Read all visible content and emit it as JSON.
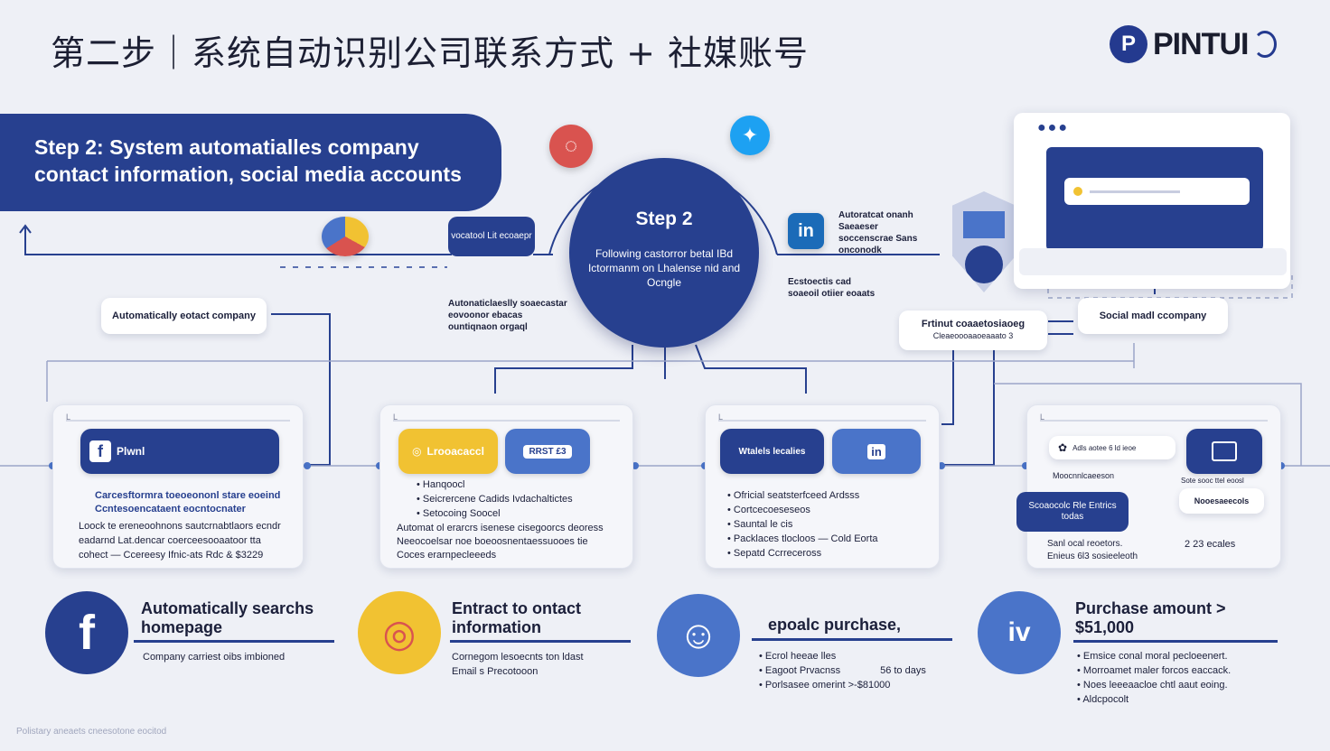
{
  "header": {
    "title": "第二步｜系统自动识别公司联系方式 + 社媒账号",
    "logo_mark": "P",
    "logo_text": "PINTUI"
  },
  "banner": {
    "line1": "Step 2: System automatialles company",
    "line2": "contact information, social media accounts"
  },
  "hub": {
    "title": "Step 2",
    "body": "Following castorror betal IBd Ictormanm on Lhalense nid and Ocngle"
  },
  "callouts": {
    "auto_company": "Automatically eotact company",
    "verified": "vocatool Lit ecoaepr",
    "auto_note": "Autonaticlaeslly soaecastar eovoonor ebacas ountiqnaon orgaql",
    "linkedin_note": "Autoratcat onanh Saeaeser soccenscrae Sans onconodk",
    "social_note": "Ecstoectis cad soaeoil otiier eoaats",
    "product": "Frtinut coaaetosiaoeg",
    "product_sub": "Cleaeoooaaoeaaato 3",
    "social_company": "Social madl ccompany"
  },
  "cards": {
    "c1": {
      "bar": "L",
      "pill": "Plwnl",
      "blue1": "Carcesftormra toeoeononl stare eoeind",
      "blue2": "Ccntesoencataent eocntocnater",
      "lines": [
        "Loock te ereneoohnons sautcrnabtlaors ecndr",
        "eadarnd Lat.dencar coerceesooaatoor tta",
        "cohect — Ccereesy Ifnic-ats Rdc & $3229"
      ]
    },
    "c2": {
      "bar": "L",
      "pill_yellow": "Lrooacaccl",
      "pill_blue": "RRST £3",
      "bullets": [
        "Hanqoocl",
        "Seicrercene Cadids Ivdachaltictes",
        "Setocoing Soocel"
      ],
      "lines": [
        "Automat ol erarcrs isenese cisegoorcs deoress",
        "Neeocoelsar noe boeoosnentaessuooes tie",
        "Coces erarnpecleeeds"
      ]
    },
    "c3": {
      "bar": "L",
      "pill_dark": "Wtalels lecalies",
      "bullets": [
        "Ofricial seatsterfceed Ardsss",
        "Cortcecoeseseos",
        "Sauntal le cis",
        "Packlaces tlocloos — Cold Eorta",
        "Sepatd Ccrreceross"
      ]
    },
    "c4": {
      "bar": "L",
      "chip": "Adls aotee 6 ld ieoe",
      "sub1": "Moocnnlcaeeson",
      "sub2": "Sote sooc ttel eoosl",
      "dark_pill": "Scoaocolc Rle Entrics todas",
      "right_chip": "Nooesaeecols",
      "foot1": "Sanl ocal reoetors.",
      "foot1_value": "2 23 ecales",
      "foot2": "Enieus 6l3 sosieeleoth"
    }
  },
  "bottom": [
    {
      "icon": "f",
      "title1": "Automatically searchs",
      "title2": "homepage",
      "lines": [
        "Company carriest oibs imbioned"
      ]
    },
    {
      "icon": "◎",
      "title1": "Entract to ontact",
      "title2": "information",
      "lines": [
        "Cornegom lesoecnts ton ldast",
        "Email s Precotooon"
      ]
    },
    {
      "icon": "☺",
      "title1": "epoalc purchase,",
      "title2": "",
      "bullets": [
        {
          "label": "Ecrol heeae lles",
          "value": ""
        },
        {
          "label": "Eagoot Prvacnss",
          "value": "56 to days"
        },
        {
          "label": "Porlsasee omerint >-$81000",
          "value": ""
        }
      ]
    },
    {
      "icon": "iv",
      "title1": "Purchase amount >",
      "title2": "$51,000",
      "bullets": [
        "Emsice conal moral pecloeenert.",
        "Morroamet maler forcos eaccack.",
        "Noes leeeaacloe chtl aaut eoing.",
        "Aldcpocolt"
      ]
    }
  ],
  "footnote": "Polistary aneaets cneesotone eocitod",
  "colors": {
    "navy": "#27408f",
    "blue": "#4a74c9",
    "yellow": "#f1c232",
    "red": "#d9534f",
    "twitter": "#1da1f2",
    "background": "#eef0f6"
  }
}
